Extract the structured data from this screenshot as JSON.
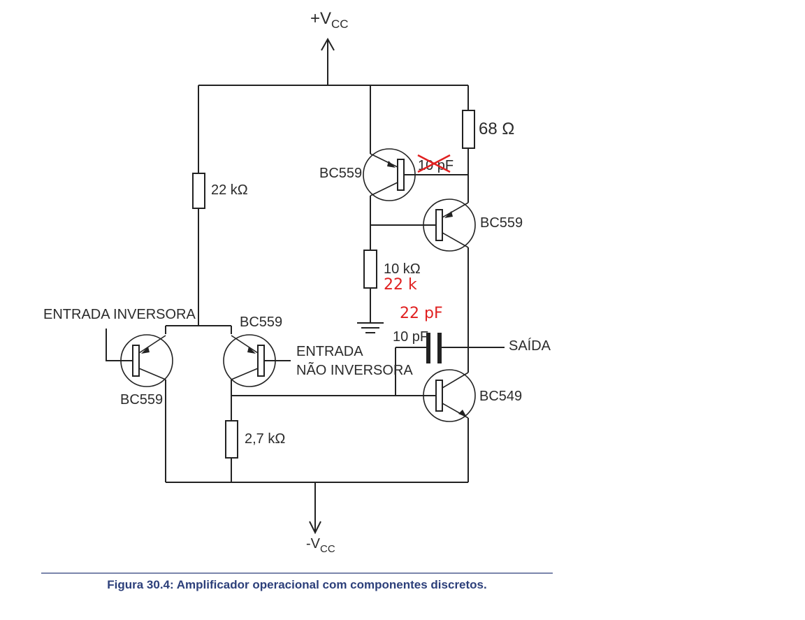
{
  "supply": {
    "positive_prefix": "+V",
    "positive_sub": "CC",
    "negative_prefix": "-V",
    "negative_sub": "CC"
  },
  "resistors": {
    "r_bias": "22 kΩ",
    "r_load_top": "68 Ω",
    "r_mirror": "10 kΩ",
    "r_tail": "2,7 kΩ"
  },
  "transistors": {
    "q_inv": "BC559",
    "q_noninv": "BC559",
    "q_mirror_left": "BC559",
    "q_mirror_right": "BC559",
    "q_out": "BC549"
  },
  "capacitors": {
    "c_struck": "10 pF",
    "c_comp": "10 pF"
  },
  "inputs": {
    "inverting": "ENTRADA INVERSORA",
    "noninverting_line1": "ENTRADA",
    "noninverting_line2": "NÃO INVERSORA"
  },
  "output": "SAÍDA",
  "annotations": {
    "r_mirror_new": "22 k",
    "c_comp_new": "22 pF",
    "strike_color": "#e02020"
  },
  "caption": "Figura 30.4: Amplificador operacional com componentes discretos."
}
